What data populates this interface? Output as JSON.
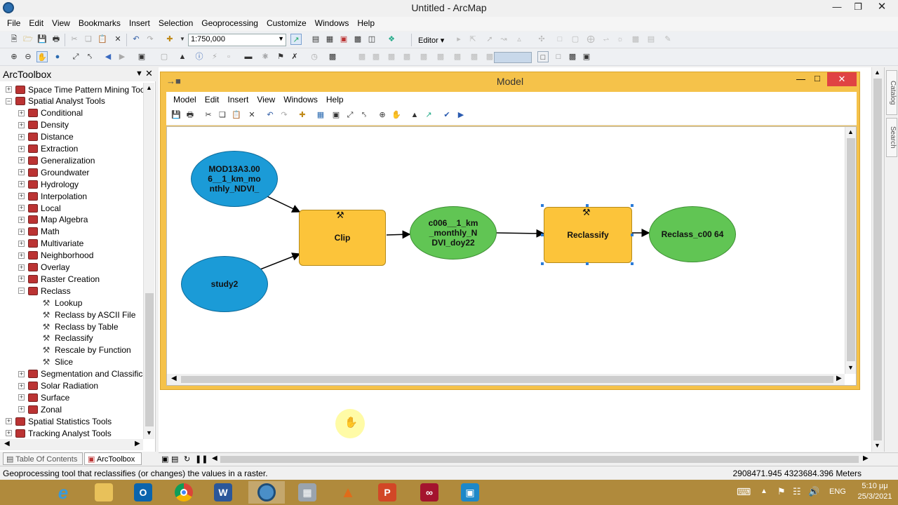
{
  "app": {
    "title": "Untitled - ArcMap",
    "menu": [
      "File",
      "Edit",
      "View",
      "Bookmarks",
      "Insert",
      "Selection",
      "Geoprocessing",
      "Customize",
      "Windows",
      "Help"
    ],
    "scale": "1:750,000",
    "editor_label": "Editor"
  },
  "toolbox": {
    "title": "ArcToolbox",
    "items": [
      {
        "label": "Space Time Pattern Mining Tool",
        "level": 0,
        "type": "toolbox",
        "exp": "+"
      },
      {
        "label": "Spatial Analyst Tools",
        "level": 0,
        "type": "toolbox",
        "exp": "-"
      },
      {
        "label": "Conditional",
        "level": 1,
        "type": "toolset",
        "exp": "+"
      },
      {
        "label": "Density",
        "level": 1,
        "type": "toolset",
        "exp": "+"
      },
      {
        "label": "Distance",
        "level": 1,
        "type": "toolset",
        "exp": "+"
      },
      {
        "label": "Extraction",
        "level": 1,
        "type": "toolset",
        "exp": "+"
      },
      {
        "label": "Generalization",
        "level": 1,
        "type": "toolset",
        "exp": "+"
      },
      {
        "label": "Groundwater",
        "level": 1,
        "type": "toolset",
        "exp": "+"
      },
      {
        "label": "Hydrology",
        "level": 1,
        "type": "toolset",
        "exp": "+"
      },
      {
        "label": "Interpolation",
        "level": 1,
        "type": "toolset",
        "exp": "+"
      },
      {
        "label": "Local",
        "level": 1,
        "type": "toolset",
        "exp": "+"
      },
      {
        "label": "Map Algebra",
        "level": 1,
        "type": "toolset",
        "exp": "+"
      },
      {
        "label": "Math",
        "level": 1,
        "type": "toolset",
        "exp": "+"
      },
      {
        "label": "Multivariate",
        "level": 1,
        "type": "toolset",
        "exp": "+"
      },
      {
        "label": "Neighborhood",
        "level": 1,
        "type": "toolset",
        "exp": "+"
      },
      {
        "label": "Overlay",
        "level": 1,
        "type": "toolset",
        "exp": "+"
      },
      {
        "label": "Raster Creation",
        "level": 1,
        "type": "toolset",
        "exp": "+"
      },
      {
        "label": "Reclass",
        "level": 1,
        "type": "toolset",
        "exp": "-"
      },
      {
        "label": "Lookup",
        "level": 2,
        "type": "tool",
        "exp": ""
      },
      {
        "label": "Reclass by ASCII File",
        "level": 2,
        "type": "tool",
        "exp": ""
      },
      {
        "label": "Reclass by Table",
        "level": 2,
        "type": "tool",
        "exp": ""
      },
      {
        "label": "Reclassify",
        "level": 2,
        "type": "tool",
        "exp": ""
      },
      {
        "label": "Rescale by Function",
        "level": 2,
        "type": "tool",
        "exp": ""
      },
      {
        "label": "Slice",
        "level": 2,
        "type": "tool",
        "exp": ""
      },
      {
        "label": "Segmentation and Classificat",
        "level": 1,
        "type": "toolset",
        "exp": "+"
      },
      {
        "label": "Solar Radiation",
        "level": 1,
        "type": "toolset",
        "exp": "+"
      },
      {
        "label": "Surface",
        "level": 1,
        "type": "toolset",
        "exp": "+"
      },
      {
        "label": "Zonal",
        "level": 1,
        "type": "toolset",
        "exp": "+"
      },
      {
        "label": "Spatial Statistics Tools",
        "level": 0,
        "type": "toolbox",
        "exp": "+"
      },
      {
        "label": "Tracking Analyst Tools",
        "level": 0,
        "type": "toolbox",
        "exp": "+"
      }
    ],
    "tabs": [
      "Table Of Contents",
      "ArcToolbox"
    ]
  },
  "model": {
    "title": "Model",
    "menu": [
      "Model",
      "Edit",
      "Insert",
      "View",
      "Windows",
      "Help"
    ],
    "nodes": {
      "input_raster": "MOD13A3.00 6__1_km_mo nthly_NDVI_",
      "study_area": "study2",
      "clip_tool": "Clip",
      "clip_output": "c006__1_km _monthly_N DVI_doy22",
      "reclassify_tool": "Reclassify",
      "reclass_output": "Reclass_c00 64"
    }
  },
  "sidebar": {
    "catalog": "Catalog",
    "search": "Search"
  },
  "status": {
    "message": "Geoprocessing tool that reclassifies (or changes) the values in a raster.",
    "coordinates": "2908471.945  4323684.396 Meters"
  },
  "taskbar": {
    "language": "ENG",
    "time": "5:10 μμ",
    "date": "25/3/2021"
  },
  "colors": {
    "input_data": "#1b9bd7",
    "output_data": "#61c554",
    "tool": "#fcc43a",
    "model_frame": "#f5c24a"
  }
}
